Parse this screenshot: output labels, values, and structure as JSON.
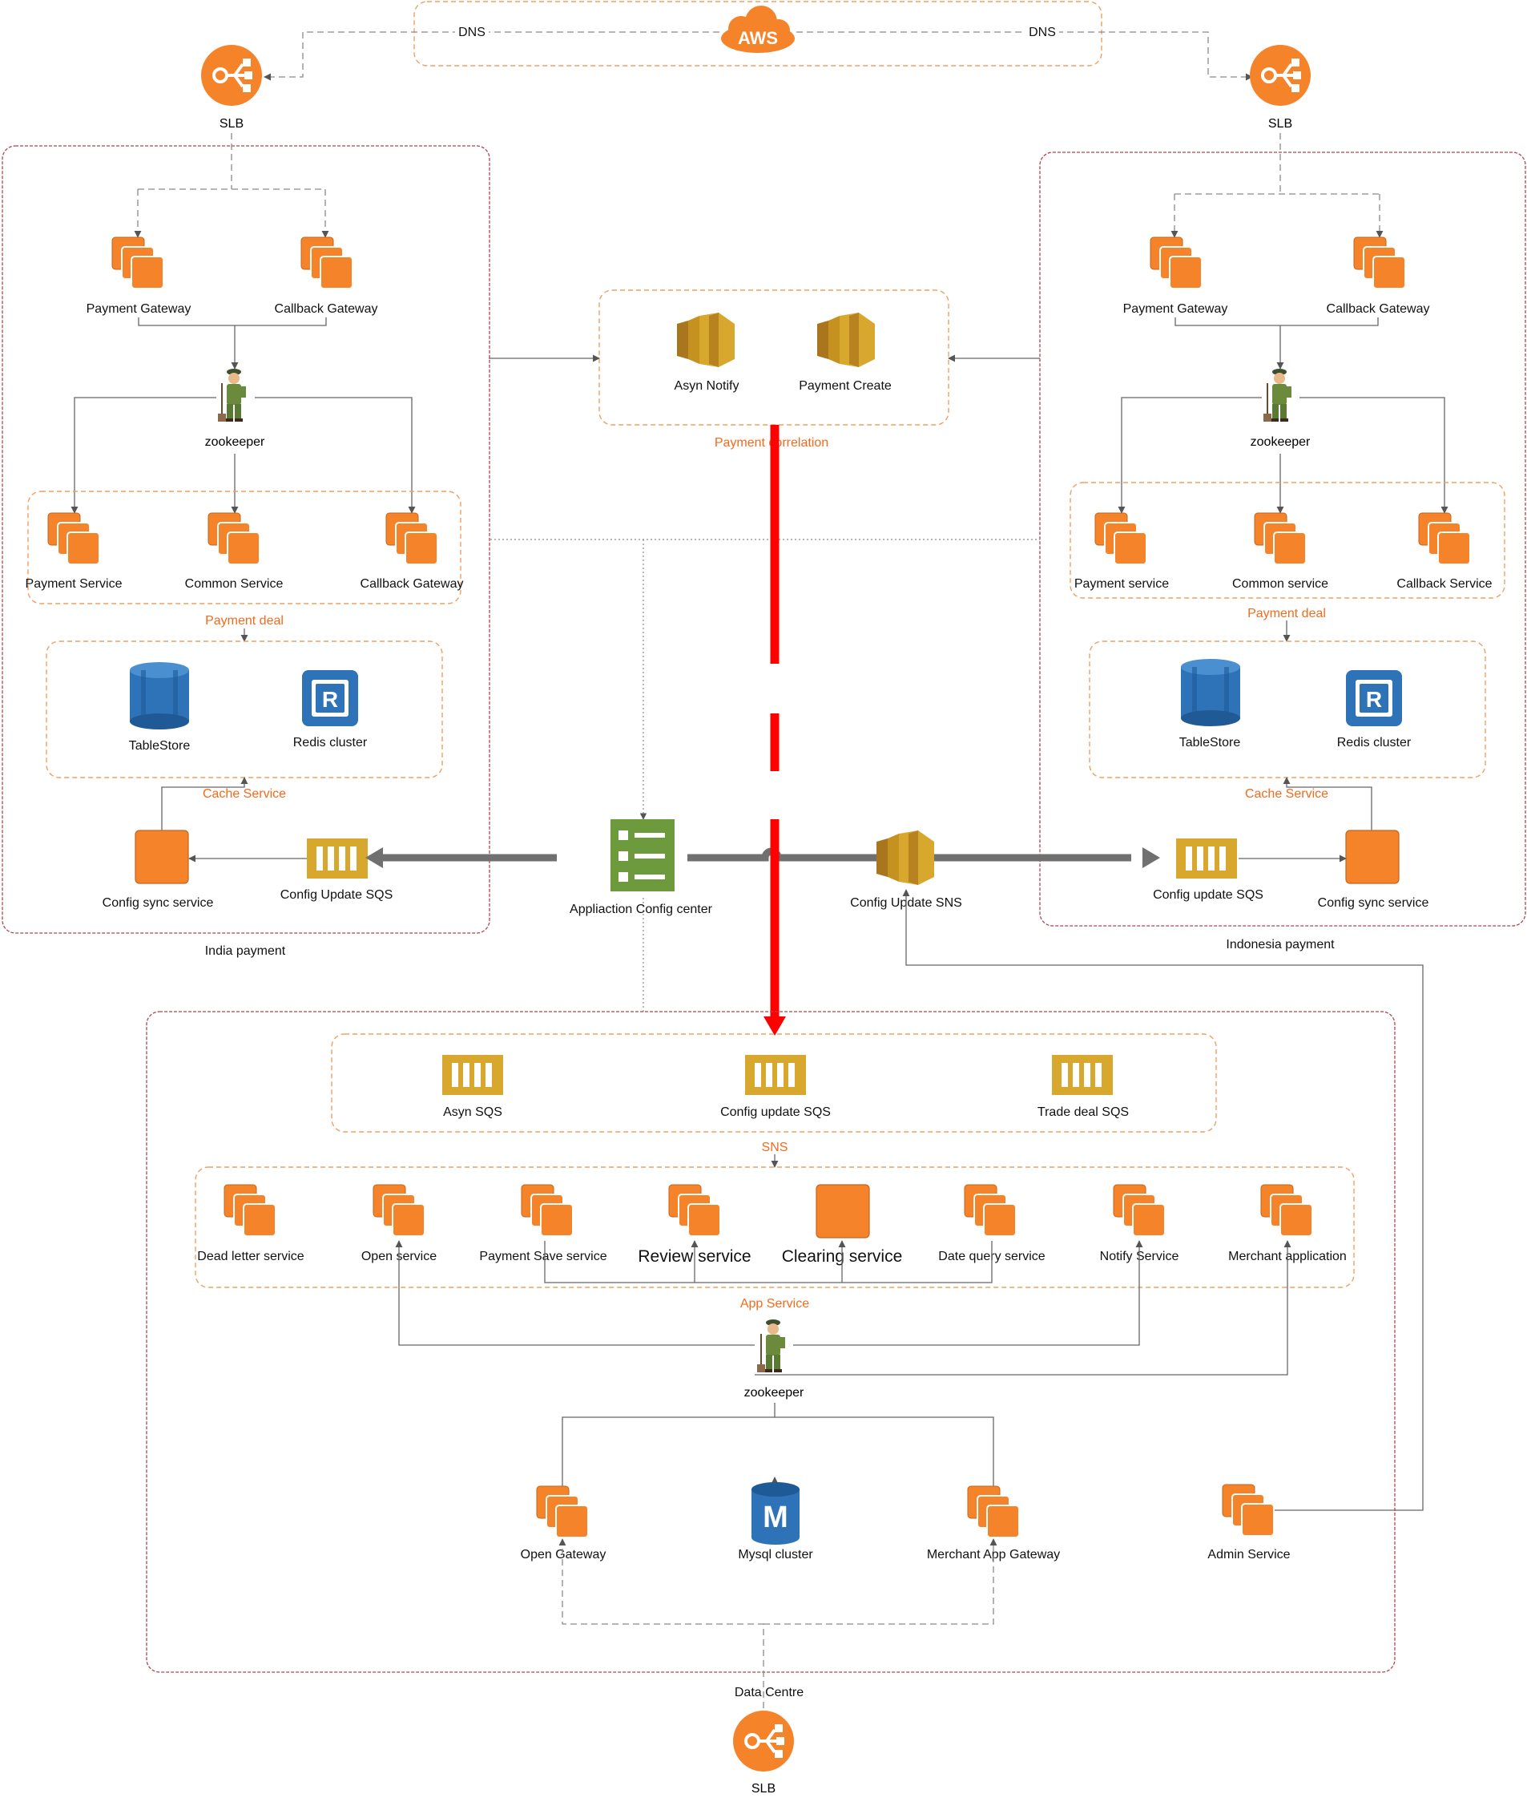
{
  "cloud": {
    "badge": "AWS",
    "dns_left": "DNS",
    "dns_right": "DNS"
  },
  "slb": {
    "top_left": "SLB",
    "top_right": "SLB",
    "bottom": "SLB"
  },
  "india": {
    "caption": "India payment",
    "payment_gateway": "Payment Gateway",
    "callback_gateway": "Callback Gateway",
    "zookeeper": "zookeeper",
    "payment_service": "Payment Service",
    "common_service": "Common Service",
    "callback_gateway_2": "Callback  Gateway",
    "payment_deal": "Payment deal",
    "tablestore": "TableStore",
    "redis": "Redis cluster",
    "cache_service": "Cache Service",
    "config_sync": "Config sync service",
    "config_sqs": "Config Update SQS"
  },
  "indonesia": {
    "caption": "Indonesia payment",
    "payment_gateway": "Payment Gateway",
    "callback_gateway": "Callback Gateway",
    "zookeeper": "zookeeper",
    "payment_service": "Payment service",
    "common_service": "Common service",
    "callback_service": "Callback Service",
    "payment_deal": "Payment deal",
    "tablestore": "TableStore",
    "redis": "Redis cluster",
    "cache_service": "Cache Service",
    "config_sqs": "Config update SQS",
    "config_sync": "Config sync service"
  },
  "correlation": {
    "title": "Payment  correlation",
    "asyn_notify": "Asyn Notify",
    "payment_create": "Payment Create"
  },
  "config_center": "Appliaction Config center",
  "config_sns": "Config Update SNS",
  "data_centre": {
    "caption": "Data Centre",
    "queues": [
      "Asyn SQS",
      "Config update SQS",
      "Trade deal SQS"
    ],
    "sns": "SNS",
    "services": [
      "Dead letter service",
      "Open service",
      "Payment Save service",
      "Review service",
      "Clearing service",
      "Date query service",
      "Notify Service",
      "Merchant application"
    ],
    "app_service": "App Service",
    "zookeeper": "zookeeper",
    "open_gateway": "Open Gateway",
    "mysql": "Mysql cluster",
    "merchant_gateway": "Merchant App Gateway",
    "admin": "Admin Service"
  },
  "colors": {
    "orange": "#f5832a",
    "orange_dark": "#c5651d",
    "gold": "#d8a72e",
    "db_blue": "#2e73b8",
    "config_green": "#6d9a3c",
    "divider_red": "#ff0000"
  }
}
